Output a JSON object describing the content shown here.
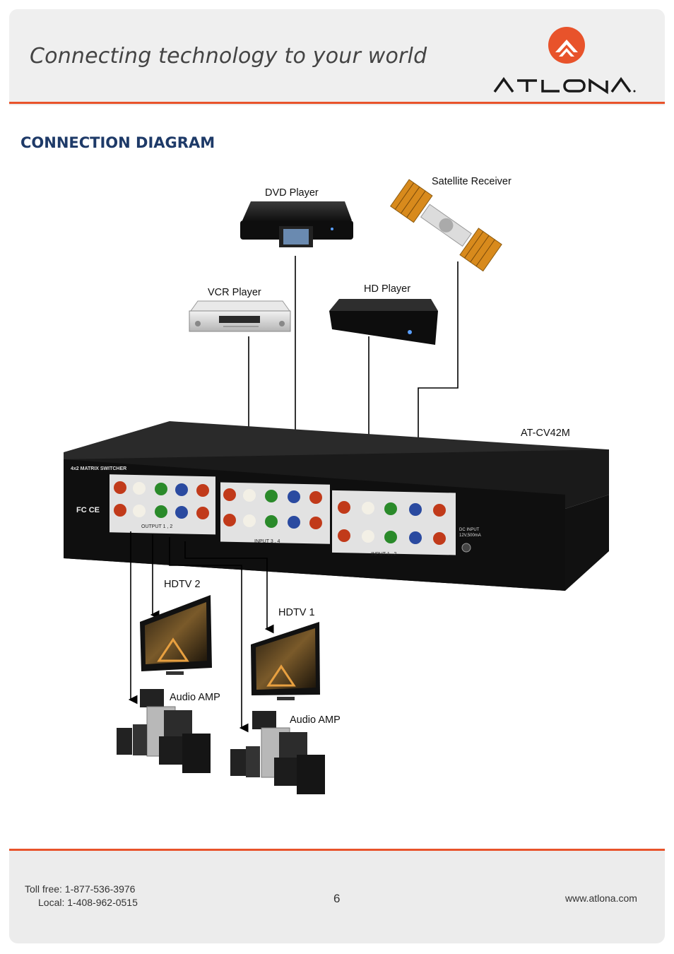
{
  "header": {
    "tagline": "Connecting technology to your world",
    "brand": "ATLONA",
    "brand_color": "#e8532b"
  },
  "section": {
    "title": "CONNECTION DIAGRAM"
  },
  "devices": {
    "dvd_player": "DVD Player",
    "satellite_receiver": "Satellite Receiver",
    "vcr_player": "VCR Player",
    "hd_player": "HD Player",
    "switcher_model": "AT-CV42M",
    "hdtv_2": "HDTV 2",
    "hdtv_1": "HDTV 1",
    "audio_amp_1": "Audio AMP",
    "audio_amp_2": "Audio AMP"
  },
  "switcher_panel": {
    "title": "4x2 MATRIX SWITCHER",
    "output_label": "OUTPUT 1 , 2",
    "input_34_label": "INPUT 3 , 4",
    "input_12_label": "INPUT 1 , 2",
    "dc_input": "DC INPUT",
    "dc_spec": "12V,500mA",
    "fc_mark": "FC CE"
  },
  "footer": {
    "toll_free": "Toll free: 1-877-536-3976",
    "local": "Local: 1-408-962-0515",
    "page_number": "6",
    "website": "www.atlona.com"
  }
}
